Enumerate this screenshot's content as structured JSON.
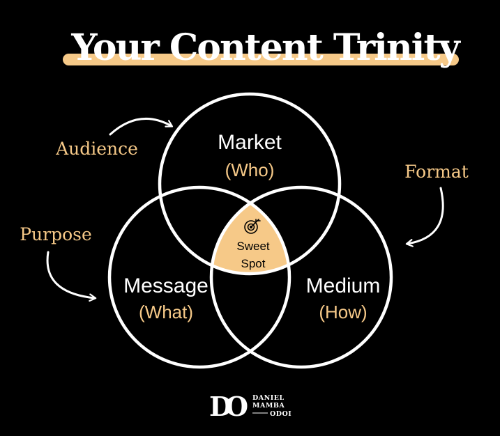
{
  "title": "Your Content Trinity",
  "circles": {
    "market": {
      "label": "Market",
      "sublabel": "(Who)"
    },
    "message": {
      "label": "Message",
      "sublabel": "(What)"
    },
    "medium": {
      "label": "Medium",
      "sublabel": "(How)"
    }
  },
  "center": {
    "line1": "Sweet",
    "line2": "Spot",
    "icon": "target-icon"
  },
  "annotations": {
    "audience": "Audience",
    "format": "Format",
    "purpose": "Purpose"
  },
  "logo": {
    "monogram": "DO",
    "line1": "DANIEL",
    "line2": "MAMBA",
    "line3": "ODOI"
  },
  "colors": {
    "background": "#000000",
    "accent": "#F6C988",
    "stroke": "#FFFFFF"
  }
}
